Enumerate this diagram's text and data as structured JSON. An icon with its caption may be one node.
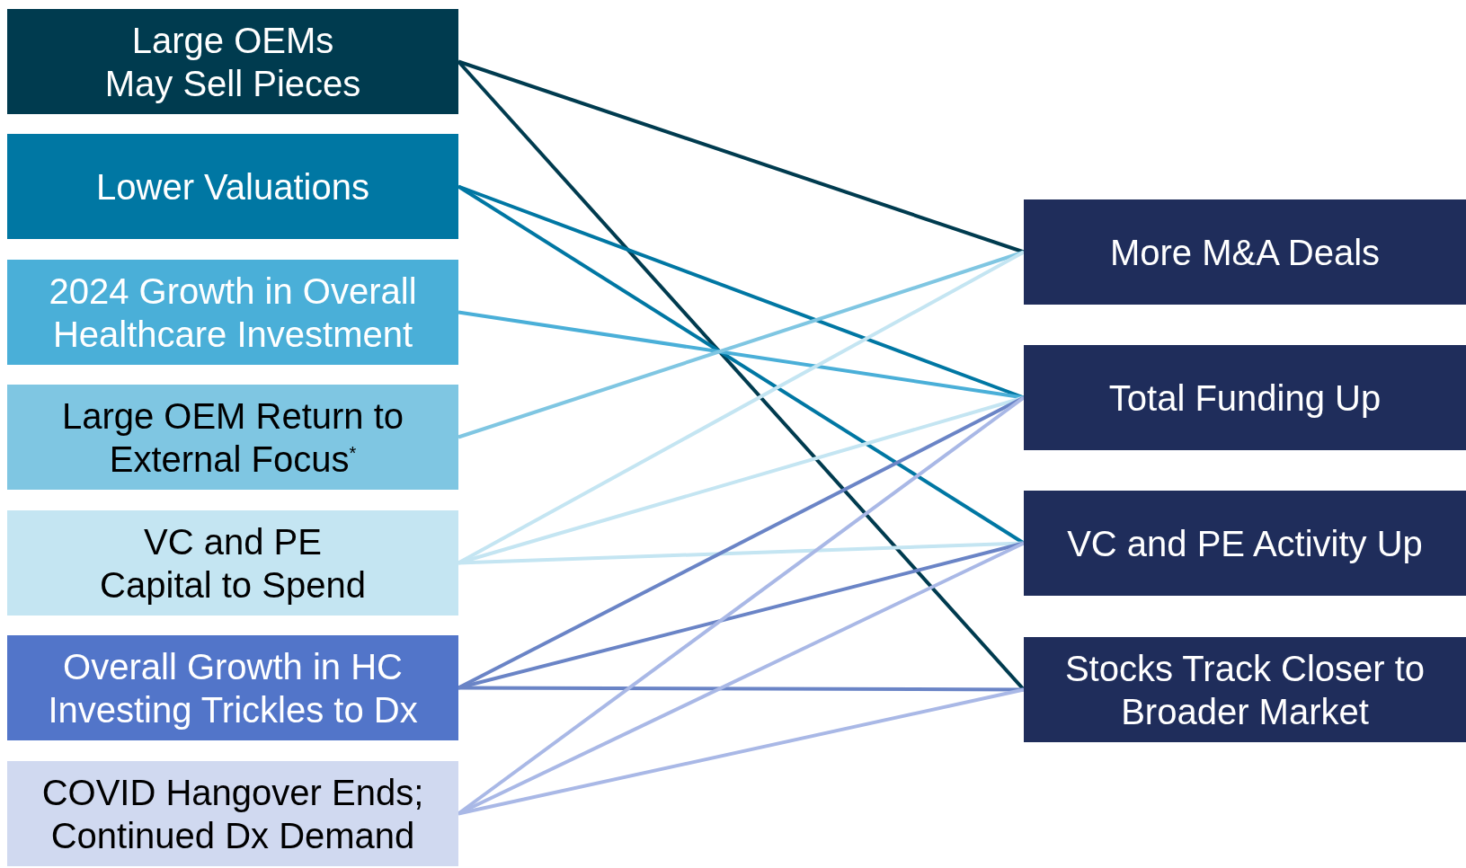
{
  "diagram": {
    "nodes": [
      {
        "text": [
          "Large OEMs May Sell Pieces"
        ]
      },
      {
        "text": [
          "Lower Valuations"
        ]
      },
      {
        "text": [
          "2024 Growth in Overall Healthcare Investment"
        ]
      },
      {
        "text": [
          "Large OEM Return to External Focus$^{*}$"
        ]
      },
      {
        "text": [
          "VC and PE Capital to Spend"
        ]
      },
      {
        "text": [
          "Overall Growth in HC Investing Trickles to Dx"
        ]
      },
      {
        "text": [
          "COVID Hangover Ends; Continued Dx Demand"
        ]
      },
      {
        "text": [
          "More M&A Deals"
        ]
      },
      {
        "text": [
          "Total Funding Up"
        ]
      },
      {
        "text": [
          "VC and PE Activity Up"
        ]
      },
      {
        "text": [
          "Stocks Track Closer to Broader Market"
        ]
      }
    ],
    "edges": [
      {
        "from": 0,
        "to": 7,
        "arrow": "none",
        "color": "#003b4f"
      },
      {
        "from": 0,
        "to": 10,
        "arrow": "none",
        "color": "#003b4f"
      },
      {
        "from": 1,
        "to": 8,
        "arrow": "none",
        "color": "#0077a3"
      },
      {
        "from": 1,
        "to": 9,
        "arrow": "none",
        "color": "#0077a3"
      },
      {
        "from": 2,
        "to": 8,
        "arrow": "none",
        "color": "#4aafd8"
      },
      {
        "from": 3,
        "to": 7,
        "arrow": "none",
        "color": "#7fc6e2"
      },
      {
        "from": 4,
        "to": 7,
        "arrow": "none",
        "color": "#c4e5f2"
      },
      {
        "from": 4,
        "to": 8,
        "arrow": "none",
        "color": "#c4e5f2"
      },
      {
        "from": 4,
        "to": 9,
        "arrow": "none",
        "color": "#c4e5f2"
      },
      {
        "from": 5,
        "to": 8,
        "arrow": "none",
        "color": "#6a84c6"
      },
      {
        "from": 5,
        "to": 9,
        "arrow": "none",
        "color": "#6a84c6"
      },
      {
        "from": 5,
        "to": 10,
        "arrow": "none",
        "color": "#6a84c6"
      },
      {
        "from": 6,
        "to": 8,
        "arrow": "none",
        "color": "#a9b8e6"
      },
      {
        "from": 6,
        "to": 9,
        "arrow": "none",
        "color": "#a9b8e6"
      },
      {
        "from": 6,
        "to": 10,
        "arrow": "none",
        "color": "#a9b8e6"
      }
    ]
  }
}
